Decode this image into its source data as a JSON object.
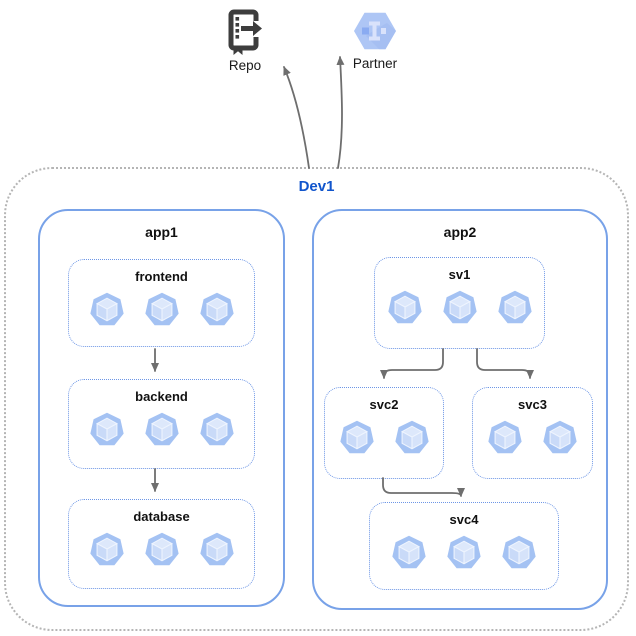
{
  "palette": {
    "canvas_bg": "#ffffff",
    "dev_border": "#b5b5b5",
    "dev_label": "#1155cc",
    "app_border": "#78a2e8",
    "service_border": "#6d96e6",
    "label_color": "#111111",
    "arrow": "#6e6e6e",
    "pod_outer": "#a4c2f3",
    "pod_top": "#dde8fb",
    "pod_left": "#c9daf8",
    "pod_right": "#d6e3fa",
    "pod_edge": "#eef4fe",
    "repo_icon": "#3d3d3d",
    "partner_hex": "#aec6f5",
    "partner_hex_shadow": "#9db8f0",
    "partner_glyph_light": "#d9e2fb",
    "partner_glyph_dark": "#8aabf1"
  },
  "external": {
    "repo": {
      "label": "Repo"
    },
    "partner": {
      "label": "Partner"
    }
  },
  "environment": {
    "label": "Dev1",
    "apps": [
      {
        "label": "app1",
        "services": [
          {
            "label": "frontend",
            "pods": 3
          },
          {
            "label": "backend",
            "pods": 3
          },
          {
            "label": "database",
            "pods": 3
          }
        ]
      },
      {
        "label": "app2",
        "services": [
          {
            "label": "sv1",
            "pods": 3
          },
          {
            "label": "svc2",
            "pods": 2
          },
          {
            "label": "svc3",
            "pods": 2
          },
          {
            "label": "svc4",
            "pods": 3
          }
        ]
      }
    ]
  },
  "connections": [
    {
      "from": "Dev1",
      "to": "Repo"
    },
    {
      "from": "Dev1",
      "to": "Partner"
    },
    {
      "from": "frontend",
      "to": "backend"
    },
    {
      "from": "backend",
      "to": "database"
    },
    {
      "from": "sv1",
      "to": "svc2"
    },
    {
      "from": "sv1",
      "to": "svc3"
    },
    {
      "from": "svc2",
      "to": "svc4"
    }
  ]
}
